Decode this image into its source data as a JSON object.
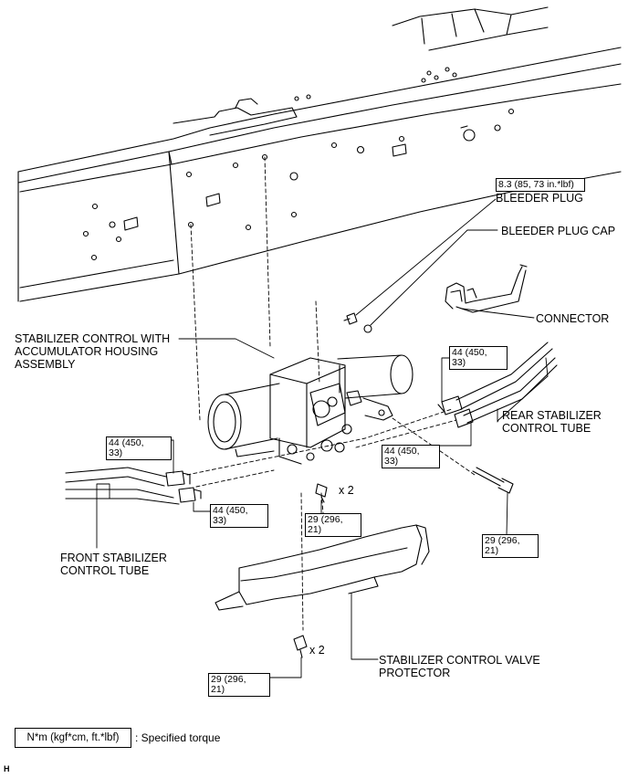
{
  "labels": {
    "bleeder_plug": "BLEEDER PLUG",
    "bleeder_plug_cap": "BLEEDER PLUG CAP",
    "connector": "CONNECTOR",
    "stabilizer_control": [
      "STABILIZER CONTROL WITH",
      "ACCUMULATOR HOUSING",
      "ASSEMBLY"
    ],
    "rear_tube": [
      "REAR STABILIZER",
      "CONTROL TUBE"
    ],
    "front_tube": [
      "FRONT STABILIZER",
      "CONTROL TUBE"
    ],
    "valve_protector": [
      "STABILIZER CONTROL VALVE",
      "PROTECTOR"
    ]
  },
  "torques": {
    "bleeder": [
      "8.3 (85, 73 in.*lbf)"
    ],
    "rear_upper": [
      "44 (450,",
      "33)"
    ],
    "rear_lower": [
      "44 (450,",
      "33)"
    ],
    "front_upper": [
      "44 (450,",
      "33)"
    ],
    "front_lower": [
      "44 (450,",
      "33)"
    ],
    "bolt_center": [
      "29 (296,",
      "21)"
    ],
    "bolt_right": [
      "29 (296,",
      "21)"
    ],
    "bolt_bottom": [
      "29 (296,",
      "21)"
    ]
  },
  "quantities": {
    "bolt_center": "x 2",
    "bolt_bottom": "x 2"
  },
  "legend": {
    "unit": "N*m (kgf*cm, ft.*lbf)",
    "description": ": Specified torque"
  },
  "corner_mark": "H"
}
